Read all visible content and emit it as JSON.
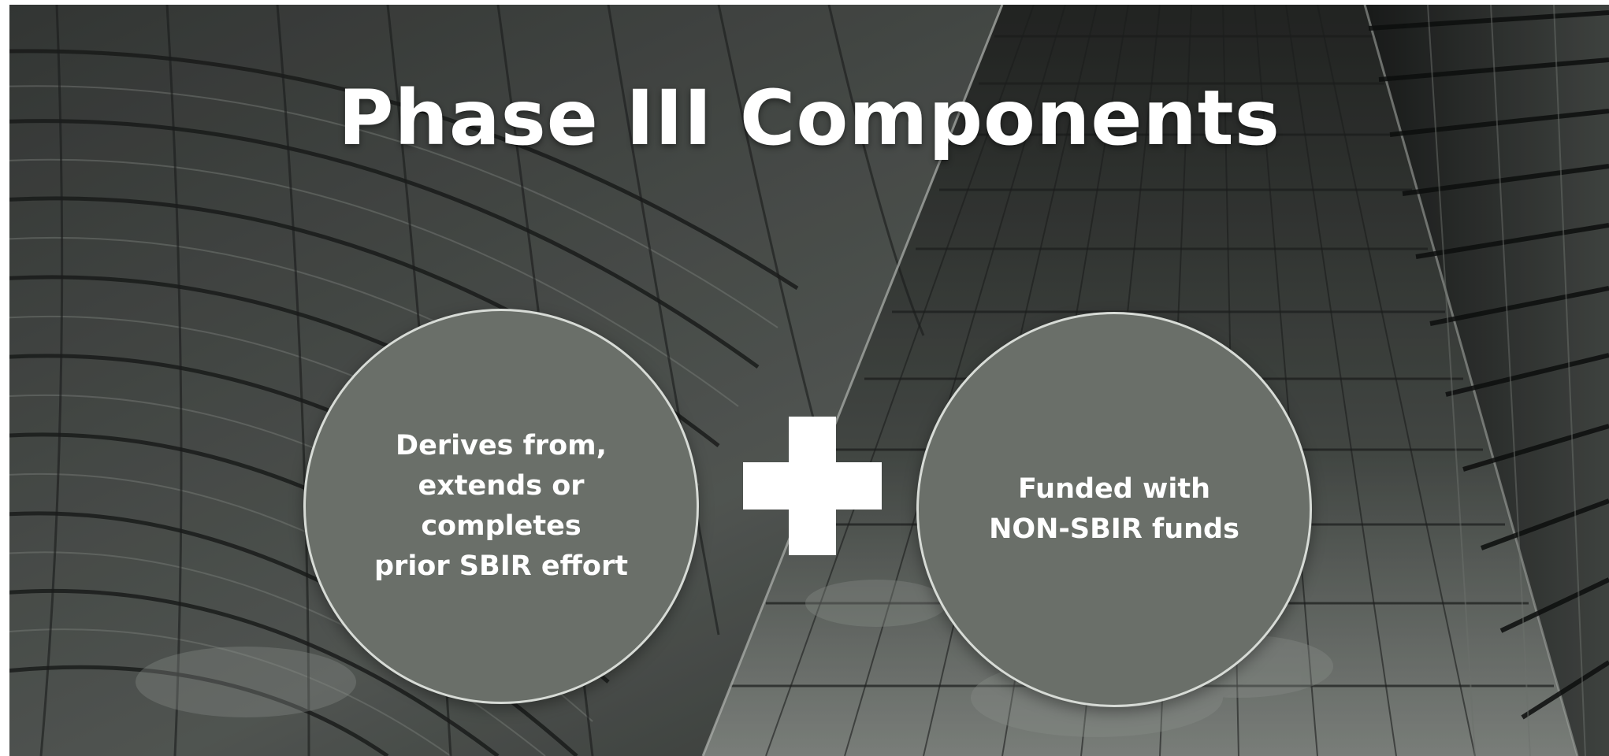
{
  "slide": {
    "title": "Phase III Components",
    "components": [
      {
        "text": "Derives from,\nextends or\ncompletes\nprior SBIR effort"
      },
      {
        "text": "Funded with\nNON-SBIR funds"
      }
    ],
    "connector_icon": "plus-icon"
  },
  "colors": {
    "circle_fill": "#6a6f69",
    "circle_border": "#d7dbd6",
    "text": "#ffffff",
    "background_dark": "#2f3230"
  }
}
